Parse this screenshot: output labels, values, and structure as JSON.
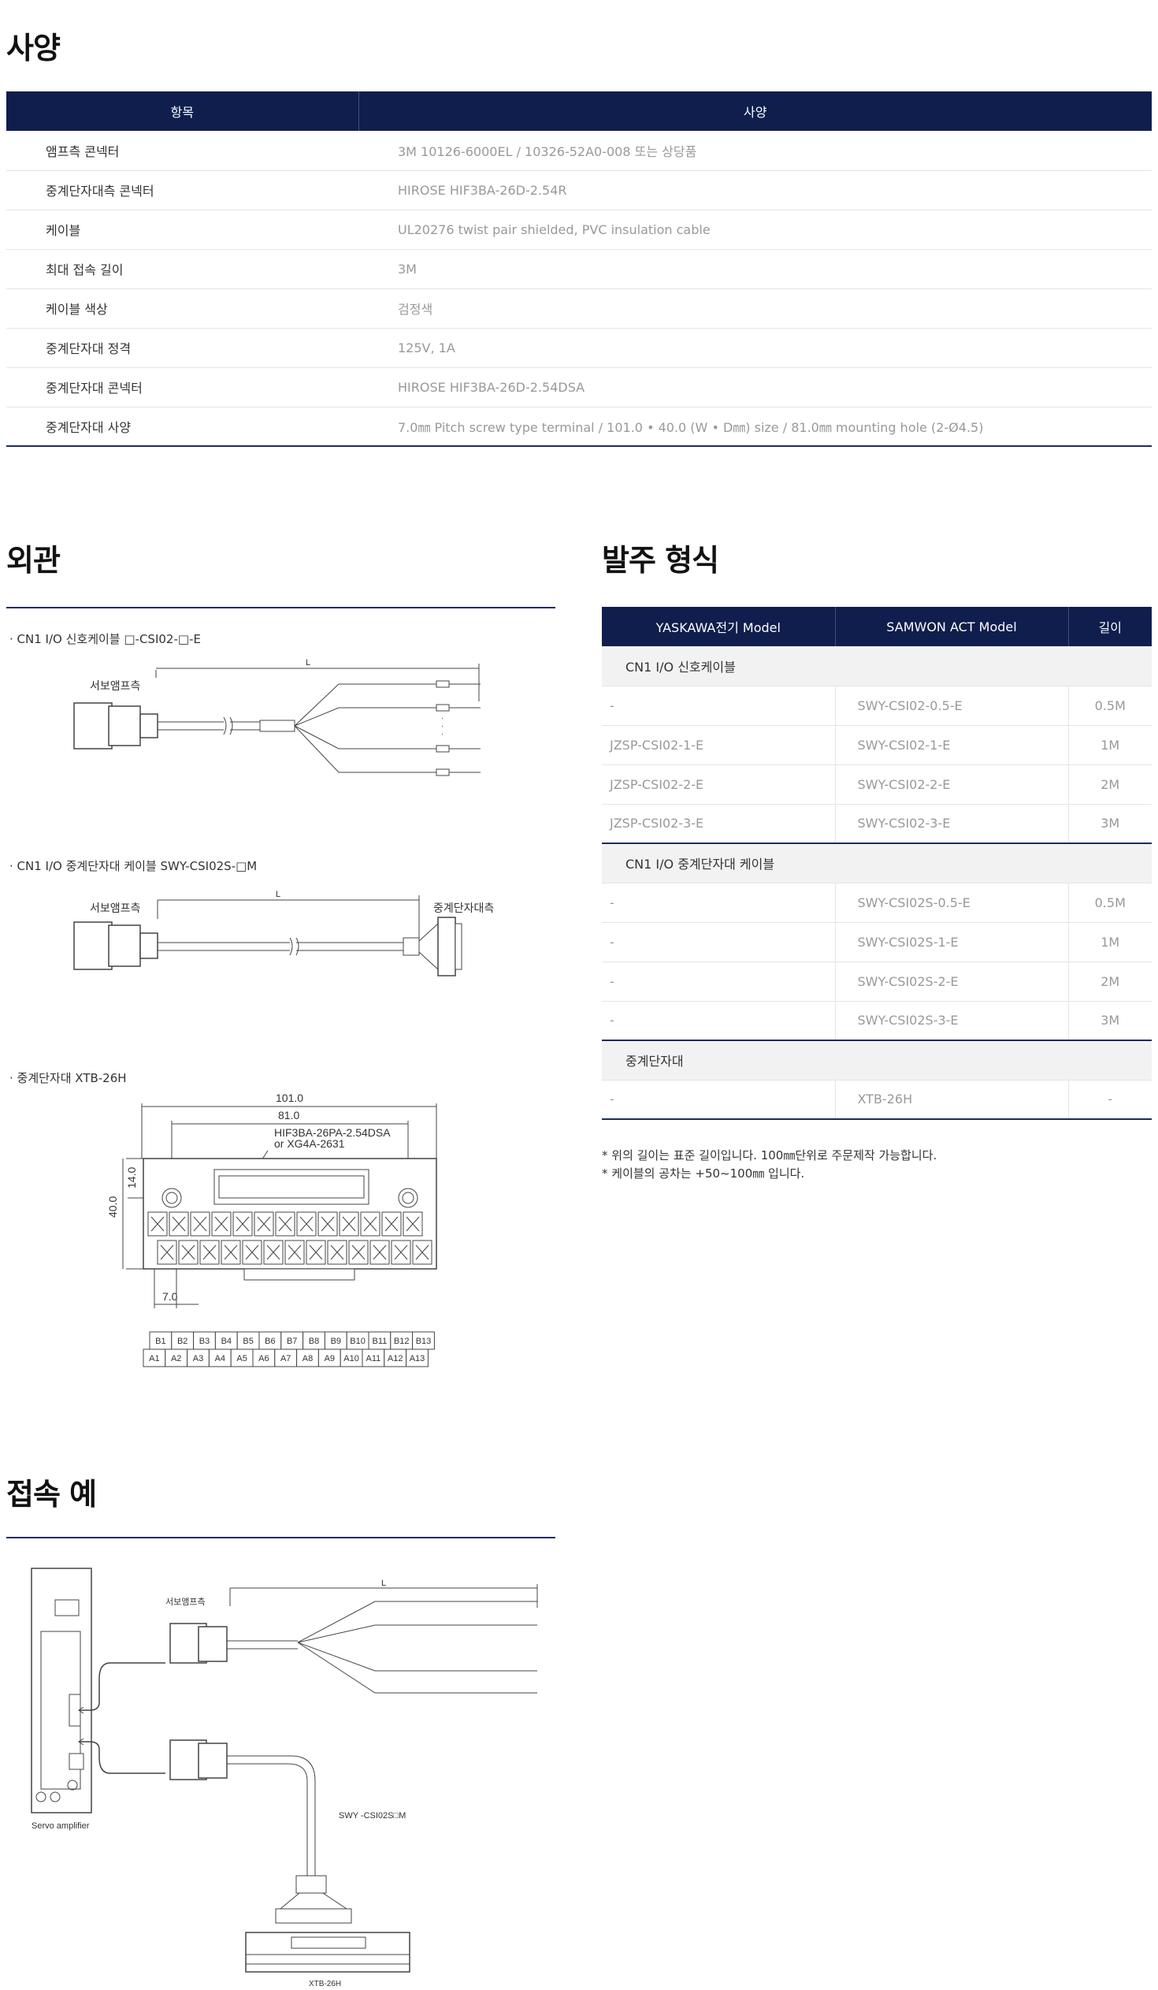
{
  "spec": {
    "title": "사양",
    "headers": [
      "항목",
      "사양"
    ],
    "rows": [
      {
        "k": "앰프측 콘넥터",
        "v": "3M 10126-6000EL / 10326-52A0-008 또는 상당품"
      },
      {
        "k": "중계단자대측 콘넥터",
        "v": "HIROSE HIF3BA-26D-2.54R"
      },
      {
        "k": "케이블",
        "v": "UL20276 twist pair shielded, PVC insulation cable"
      },
      {
        "k": "최대 접속 길이",
        "v": "3M"
      },
      {
        "k": "케이블 색상",
        "v": "검정색"
      },
      {
        "k": "중계단자대 정격",
        "v": "125V, 1A"
      },
      {
        "k": "중계단자대 콘넥터",
        "v": "HIROSE HIF3BA-26D-2.54DSA"
      },
      {
        "k": "중계단자대 사양",
        "v": "7.0㎜ Pitch screw type terminal / 101.0 • 40.0 (W • D㎜) size / 81.0㎜ mounting hole (2-Ø4.5)"
      }
    ]
  },
  "appearance": {
    "title": "외관",
    "item1": "· CN1 I/O 신호케이블 □-CSI02-□-E",
    "item2": "· CN1 I/O 중계단자대 케이블 SWY-CSI02S-□M",
    "item3": "· 중계단자대 XTB-26H",
    "amp_side": "서보앰프측",
    "relay_side": "중계단자대측",
    "len": "L",
    "dim_101": "101.0",
    "dim_81": "81.0",
    "dim_conn1": "HIF3BA-26PA-2.54DSA",
    "dim_conn2": "or  XG4A-2631",
    "dim_14": "14.0",
    "dim_40": "40.0",
    "dim_7": "7.0",
    "pins_b": [
      "B1",
      "B2",
      "B3",
      "B4",
      "B5",
      "B6",
      "B7",
      "B8",
      "B9",
      "B10",
      "B11",
      "B12",
      "B13"
    ],
    "pins_a": [
      "A1",
      "A2",
      "A3",
      "A4",
      "A5",
      "A6",
      "A7",
      "A8",
      "A9",
      "A10",
      "A11",
      "A12",
      "A13"
    ]
  },
  "order": {
    "title": "발주 형식",
    "headers": [
      "YASKAWA전기 Model",
      "SAMWON ACT Model",
      "길이"
    ],
    "groups": [
      {
        "name": "CN1 I/O 신호케이블",
        "rows": [
          [
            "-",
            "SWY-CSI02-0.5-E",
            "0.5M"
          ],
          [
            "JZSP-CSI02-1-E",
            "SWY-CSI02-1-E",
            "1M"
          ],
          [
            "JZSP-CSI02-2-E",
            "SWY-CSI02-2-E",
            "2M"
          ],
          [
            "JZSP-CSI02-3-E",
            "SWY-CSI02-3-E",
            "3M"
          ]
        ]
      },
      {
        "name": "CN1 I/O 중계단자대 케이블",
        "rows": [
          [
            "-",
            "SWY-CSI02S-0.5-E",
            "0.5M"
          ],
          [
            "-",
            "SWY-CSI02S-1-E",
            "1M"
          ],
          [
            "-",
            "SWY-CSI02S-2-E",
            "2M"
          ],
          [
            "-",
            "SWY-CSI02S-3-E",
            "3M"
          ]
        ]
      },
      {
        "name": "중계단자대",
        "rows": [
          [
            "-",
            "XTB-26H",
            "-"
          ]
        ]
      }
    ],
    "note1": "* 위의 길이는 표준 길이입니다. 100㎜단위로 주문제작 가능합니다.",
    "note2": "* 케이블의 공차는 +50~100㎜ 입니다."
  },
  "connection": {
    "title": "접속 예",
    "amp_side": "서보앰프측",
    "len": "L",
    "servo_label": "Servo amplifier",
    "cable_label": "SWY -CSI02S□M",
    "terminal_label": "XTB-26H"
  }
}
